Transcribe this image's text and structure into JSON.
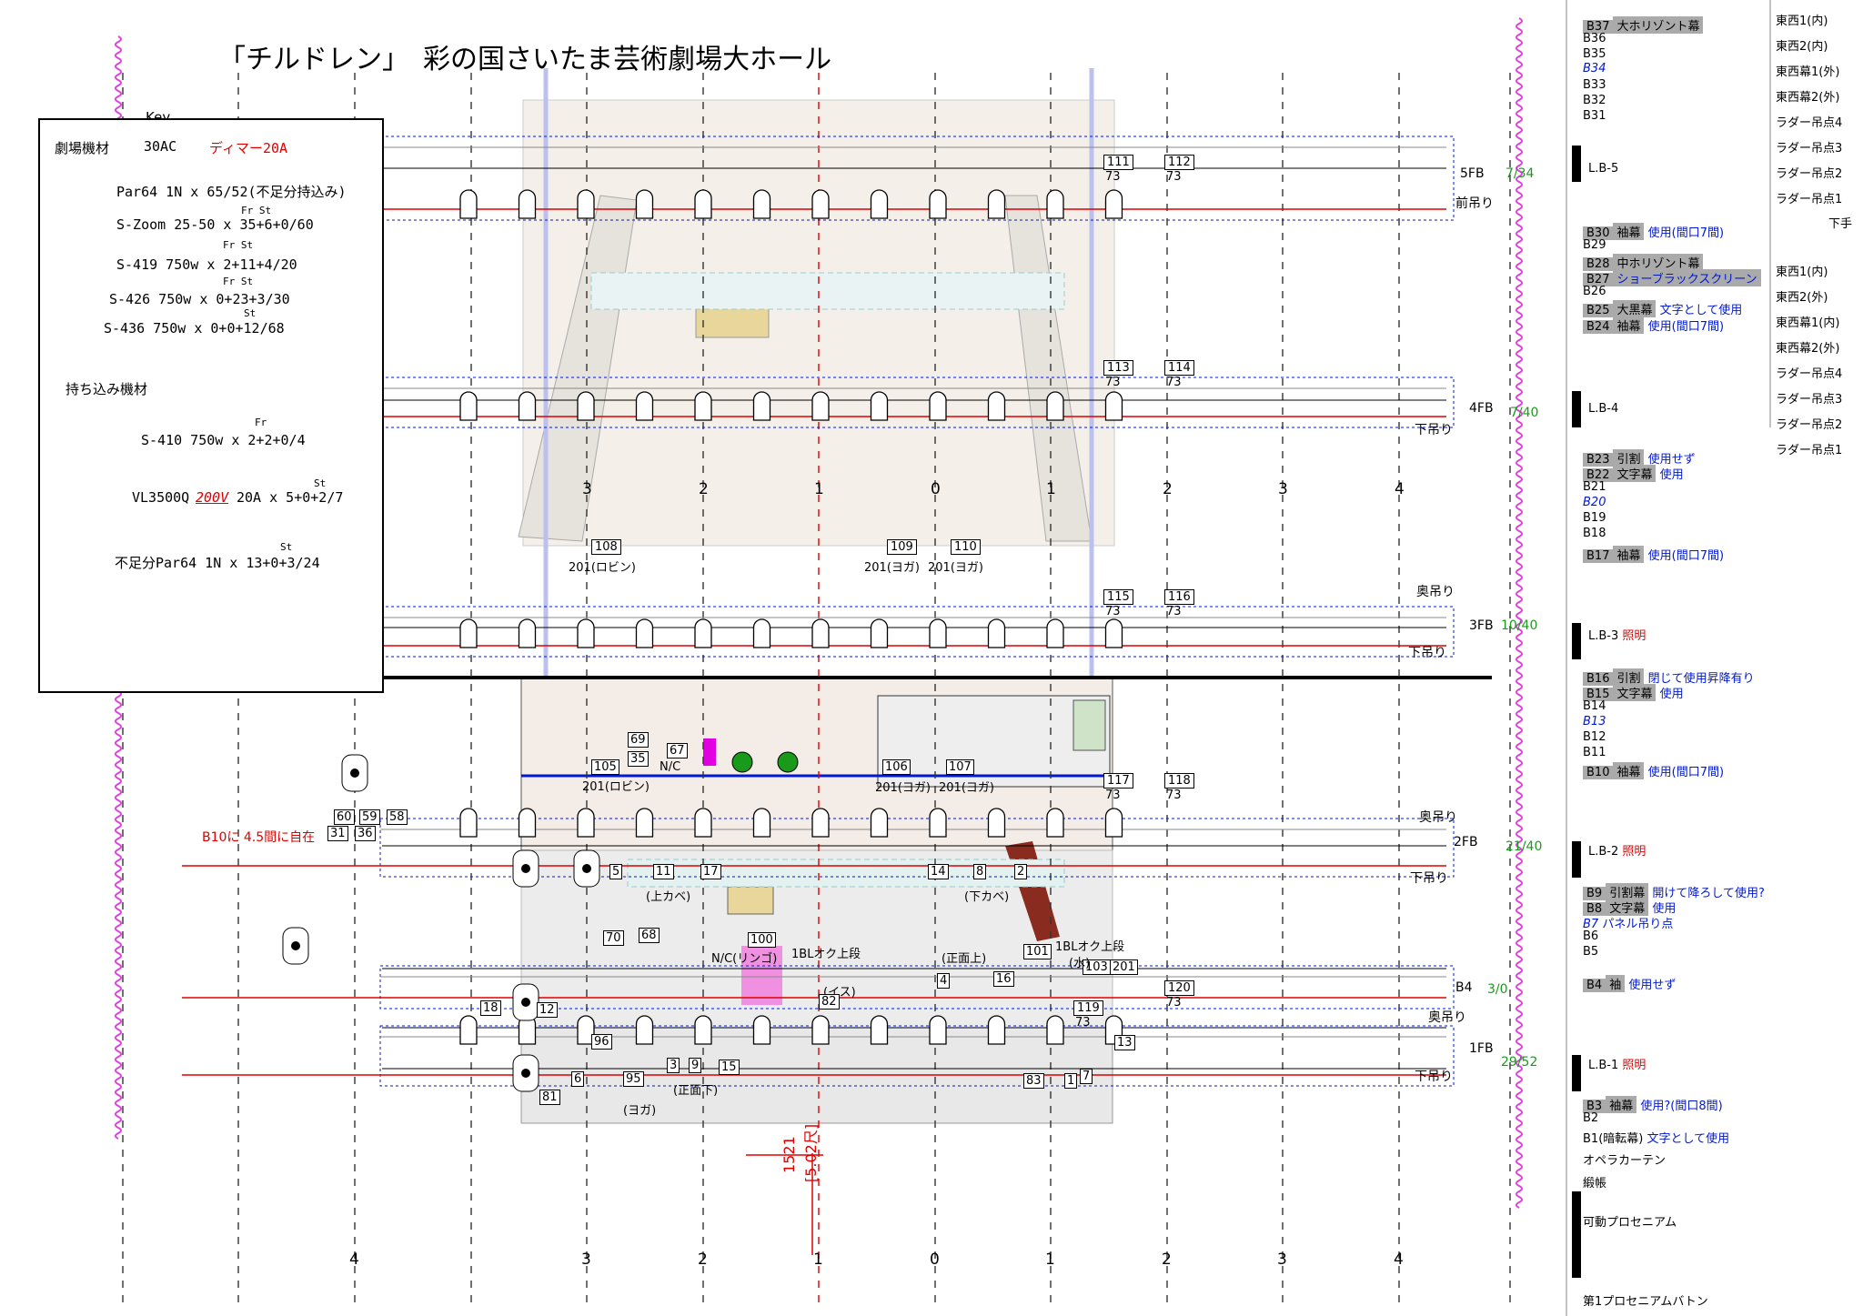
{
  "title": "「チルドレン」　彩の国さいたま芸術劇場大ホール",
  "key": {
    "label": "Key",
    "venue_heading": "劇場機材",
    "venue_circuit": "30AC",
    "venue_dimmer": "ディマー20A",
    "items": [
      {
        "text": "Par64 1N x 65/52(不足分持込み)"
      },
      {
        "text": "S-Zoom 25-50 x 35+6+0/60",
        "sup": "Fr  St"
      },
      {
        "text": "S-419 750w x 2+11+4/20",
        "sup": "Fr St"
      },
      {
        "text": "S-426 750w x 0+23+3/30",
        "sup": "Fr St"
      },
      {
        "text": "S-436 750w x 0+0+12/68",
        "sup": "St"
      }
    ],
    "brought_heading": "持ち込み機材",
    "brought_items": [
      {
        "text": "S-410 750w x 2+2+0/4",
        "sup": "Fr"
      },
      {
        "text": "VL3500Q",
        "voltage": "200V",
        "rest": "20A x 5+0+2/7",
        "sup": "St"
      },
      {
        "text": "不足分Par64 1N x 13+0+3/24",
        "sup": "St"
      }
    ]
  },
  "bars": [
    {
      "name": "5FB",
      "ratio": "7/34",
      "label": "前吊り"
    },
    {
      "name": "4FB",
      "ratio": "7/40",
      "label": "下吊り"
    },
    {
      "name": "3FB",
      "ratio": "10/40",
      "label": "奥吊り"
    },
    {
      "name": "2FB",
      "ratio": "21/40",
      "label": "奥吊り"
    },
    {
      "name": "B4",
      "ratio": "3/0",
      "label": ""
    },
    {
      "name": "1FB",
      "ratio": "29/52",
      "label": "奥吊り"
    }
  ],
  "sub_labels": {
    "lower3": "下吊り",
    "lower2": "下吊り",
    "lower1": "下吊り"
  },
  "axis_numbers": [
    "4",
    "3",
    "2",
    "1",
    "0",
    "1",
    "2",
    "3",
    "4"
  ],
  "dimension": {
    "mm": "1521",
    "shaku": "[5.02尺]"
  },
  "side_note": "B10に 4.5間に自在",
  "right_list": [
    {
      "code": "B37",
      "text": "大ホリゾント幕",
      "badge": true
    },
    {
      "code": "B36"
    },
    {
      "code": "B35"
    },
    {
      "code": "B34",
      "italic": true
    },
    {
      "code": "B33"
    },
    {
      "code": "B32"
    },
    {
      "code": "B31"
    },
    {
      "code": "L.B-5",
      "lb": true
    },
    {
      "code": "B30",
      "text": "袖幕",
      "badge": true,
      "note": "使用(間口7間)"
    },
    {
      "code": "B29"
    },
    {
      "code": "B28",
      "text": "中ホリゾント幕",
      "badge": true
    },
    {
      "code": "B27",
      "text": "ショーブラックスクリーン",
      "badge": true,
      "blue": true
    },
    {
      "code": "B26"
    },
    {
      "code": "B25",
      "text": "大黒幕",
      "badge": true,
      "note": "文字として使用"
    },
    {
      "code": "B24",
      "text": "袖幕",
      "badge": true,
      "note": "使用(間口7間)"
    },
    {
      "code": "L.B-4",
      "lb": true
    },
    {
      "code": "B23",
      "text": "引割",
      "badge": true,
      "note": "使用せず"
    },
    {
      "code": "B22",
      "text": "文字幕",
      "badge": true,
      "note": "使用"
    },
    {
      "code": "B21"
    },
    {
      "code": "B20",
      "italic": true
    },
    {
      "code": "B19"
    },
    {
      "code": "B18"
    },
    {
      "code": "B17",
      "text": "袖幕",
      "badge": true,
      "note": "使用(間口7間)"
    },
    {
      "code": "L.B-3",
      "lb": true,
      "light": "照明"
    },
    {
      "code": "B16",
      "text": "引割",
      "badge": true,
      "note": "閉じて使用昇降有り"
    },
    {
      "code": "B15",
      "text": "文字幕",
      "badge": true,
      "note": "使用"
    },
    {
      "code": "B14"
    },
    {
      "code": "B13",
      "italic": true
    },
    {
      "code": "B12"
    },
    {
      "code": "B11"
    },
    {
      "code": "B10",
      "text": "袖幕",
      "badge": true,
      "note": "使用(間口7間)"
    },
    {
      "code": "L.B-2",
      "lb": true,
      "light": "照明"
    },
    {
      "code": "B9",
      "text": "引割幕",
      "badge": true,
      "note": "開けて降ろして使用?"
    },
    {
      "code": "B8",
      "text": "文字幕",
      "badge": true,
      "note": "使用"
    },
    {
      "code": "B7",
      "italic": true,
      "note": "パネル吊り点"
    },
    {
      "code": "B6"
    },
    {
      "code": "B5"
    },
    {
      "code": "B4",
      "text": "袖",
      "badge": true,
      "note": "使用せず"
    },
    {
      "code": "L.B-1",
      "lb": true,
      "light": "照明"
    },
    {
      "code": "B3",
      "text": "袖幕",
      "badge": true,
      "note": "使用?(間口8間)"
    },
    {
      "code": "B2"
    },
    {
      "code": "B1(暗転幕)",
      "note": "文字として使用"
    },
    {
      "code": "オペラカーテン"
    },
    {
      "code": "緞帳"
    },
    {
      "code": "可動プロセニアム"
    },
    {
      "code": "第1プロセニアムバトン"
    }
  ],
  "far_right_top": [
    "東西1(内)",
    "東西2(内)",
    "東西幕1(外)",
    "東西幕2(外)",
    "ラダー吊点4",
    "ラダー吊点3",
    "ラダー吊点2",
    "ラダー吊点1"
  ],
  "far_right_head": "下手",
  "far_right_bottom": [
    "東西1(内)",
    "東西2(外)",
    "東西幕1(内)",
    "東西幕2(外)",
    "ラダー吊点4",
    "ラダー吊点3",
    "ラダー吊点2",
    "ラダー吊点1"
  ],
  "circuits": [
    {
      "id": "111",
      "n": "73"
    },
    {
      "id": "112",
      "n": "73"
    },
    {
      "id": "113",
      "n": "73"
    },
    {
      "id": "114",
      "n": "73"
    },
    {
      "id": "115",
      "n": "73"
    },
    {
      "id": "116",
      "n": "73"
    },
    {
      "id": "117",
      "n": "73"
    },
    {
      "id": "118",
      "n": "73"
    },
    {
      "id": "120",
      "n": "73"
    },
    {
      "id": "119",
      "n": "73"
    }
  ],
  "upper_refs": [
    {
      "id": "108",
      "gel": "201(ロビン)"
    },
    {
      "id": "109",
      "gel": "201(ヨガ)"
    },
    {
      "id": "110",
      "gel": "201(ヨガ)"
    }
  ],
  "stage_labels": {
    "l69": "69",
    "l35a": "35",
    "l67": "67",
    "lnc": "N/C",
    "l105": "105",
    "gel_robin": "201(ロビン)",
    "l106": "106",
    "gel_yoga1": "201(ヨガ)",
    "l107": "107",
    "gel_yoga2": "201(ヨガ)",
    "l60": "60",
    "l59": "59",
    "l58": "58",
    "l31": "31",
    "l36": "36",
    "kamikabe": "(上カベ)",
    "shimokabe": "(下カベ)",
    "l5": "5",
    "l11": "11",
    "l17": "17",
    "l14": "14",
    "l8": "8",
    "l2": "2",
    "l70": "70",
    "l68": "68",
    "l100": "100",
    "ringo": "N/C(リンゴ)",
    "okujo": "1BLオク上段",
    "ise": "(イス)",
    "l82": "82",
    "shomen_ue": "(正面上)",
    "l4": "4",
    "l16": "16",
    "l101": "101",
    "l103": "103",
    "l201": "201",
    "mizu": "(水)",
    "okujo2": "1BLオク上段",
    "l18": "18",
    "l12": "12",
    "l96": "96",
    "l3": "3",
    "l9": "9",
    "l15": "15",
    "l6": "6",
    "l95": "95",
    "l81": "81",
    "shomen_shita": "(正面下)",
    "yoga": "(ヨガ)",
    "l83": "83",
    "l7": "7",
    "l13": "13",
    "l1": "1"
  },
  "colors": {
    "red": "#e00000",
    "blue": "#0018d0",
    "green": "#1a9a1a",
    "magenta": "#e040e0",
    "grey": "#aaaaaa"
  }
}
